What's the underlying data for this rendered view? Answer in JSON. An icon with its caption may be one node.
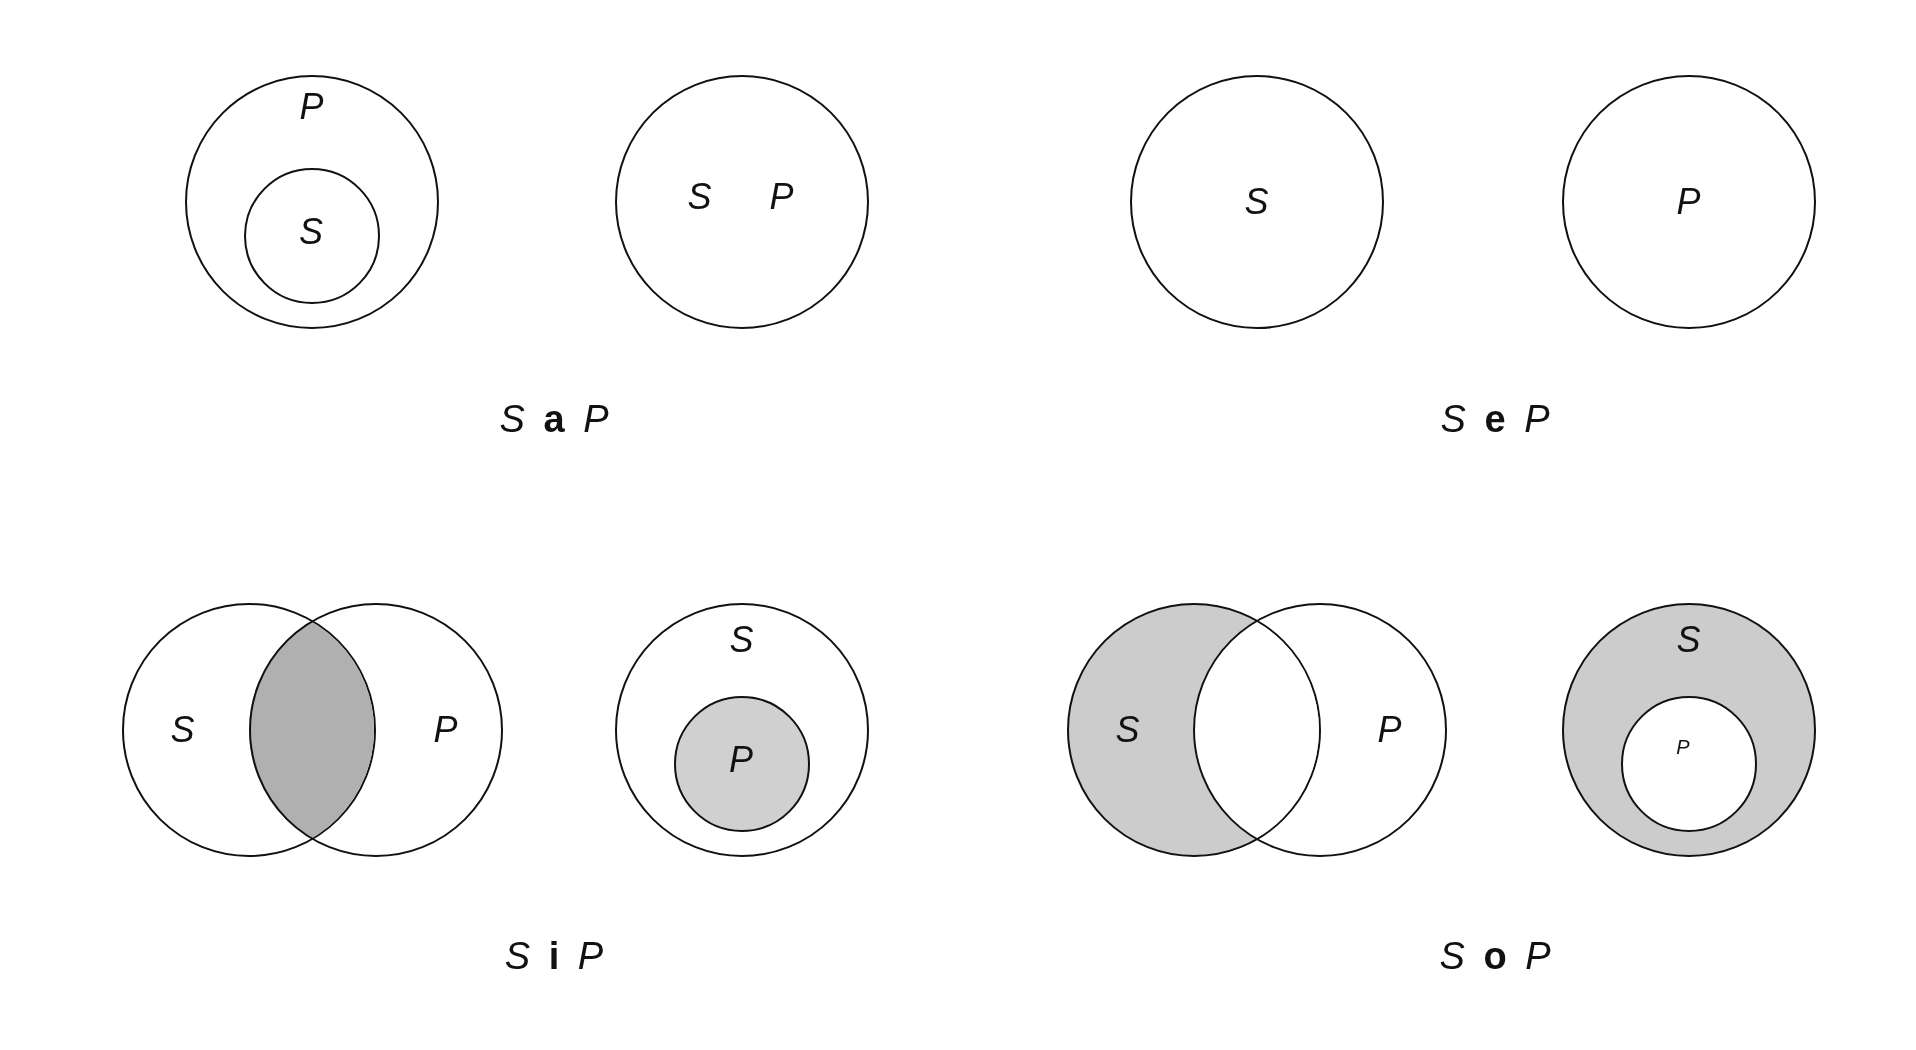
{
  "diagram": {
    "nodes": [
      {
        "text": [
          "P"
        ]
      },
      {
        "text": [
          "S"
        ],
        "in": 0
      },
      {
        "text": [
          "S",
          "P"
        ]
      },
      {
        "text": [
          "S"
        ]
      },
      {
        "text": [
          "P"
        ]
      },
      {
        "text": [
          "S"
        ]
      },
      {
        "text": [
          "P"
        ]
      },
      {
        "text": [
          "S"
        ]
      },
      {
        "text": [
          "P"
        ],
        "in": 7
      },
      {
        "text": [
          "S"
        ]
      },
      {
        "text": [
          "P"
        ]
      },
      {
        "text": [
          "S"
        ]
      },
      {
        "text": [
          "P"
        ],
        "in": 11
      }
    ],
    "labels": [
      "*S* **a** *P*",
      "*S* **e** *P*",
      "*S* **i** *P*",
      "*S* **o** *P*"
    ]
  }
}
